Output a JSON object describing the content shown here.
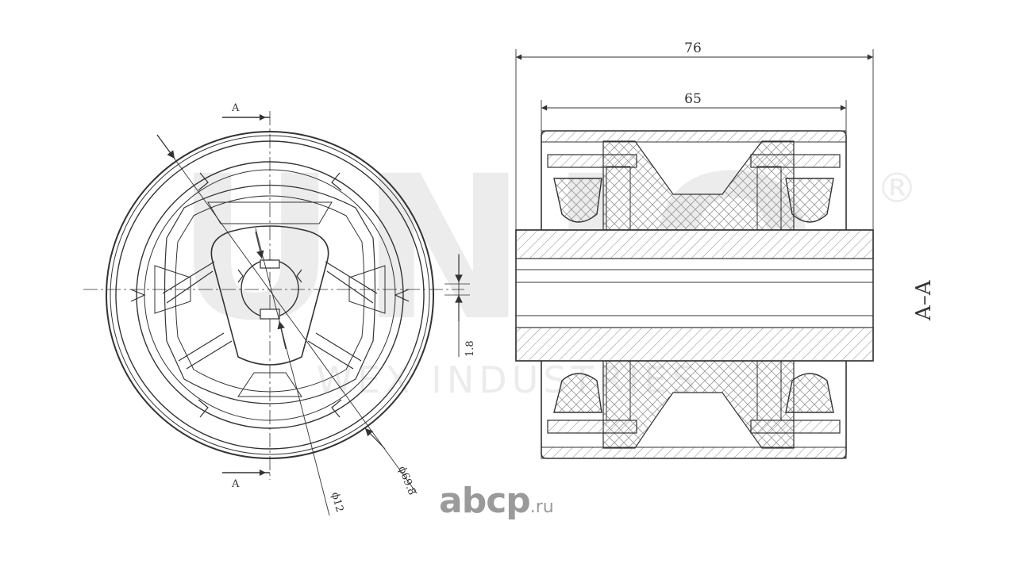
{
  "drawing": {
    "dimensions": {
      "overall_length": "76",
      "inner_length": "65",
      "offset": "1.8",
      "outer_diameter": "ϕ69.8",
      "bore_diameter": "ϕ12"
    },
    "section_markers": {
      "top": "A",
      "bottom": "A"
    },
    "section_title": "A–A"
  },
  "watermark": {
    "main": "UNIQ",
    "sub": "WEX INDUSTRIES",
    "registered": "®"
  },
  "branding": {
    "name": "abcp",
    "suffix": ".ru"
  },
  "colors": {
    "line": "#333333",
    "hatch": "#777777",
    "watermark": "#ececec",
    "brand": "#9a9a9a"
  }
}
